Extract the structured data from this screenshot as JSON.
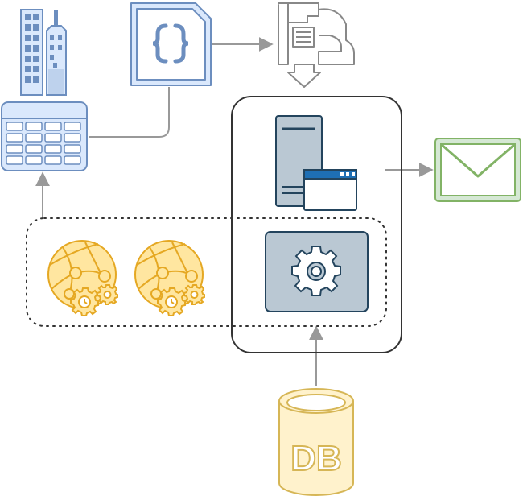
{
  "diagram": {
    "nodes": [
      {
        "id": "buildings",
        "icon": "office-buildings-icon"
      },
      {
        "id": "table",
        "icon": "data-table-icon"
      },
      {
        "id": "json-file",
        "icon": "json-file-icon"
      },
      {
        "id": "transformer",
        "icon": "data-transform-icon"
      },
      {
        "id": "server",
        "icon": "server-window-icon"
      },
      {
        "id": "settings-panel",
        "icon": "gear-icon"
      },
      {
        "id": "web-service-1",
        "icon": "web-service-gears-icon"
      },
      {
        "id": "web-service-2",
        "icon": "web-service-gears-icon"
      },
      {
        "id": "mail",
        "icon": "envelope-icon"
      },
      {
        "id": "database",
        "icon": "database-icon",
        "label": "DB"
      }
    ],
    "edges": [
      {
        "from": "table",
        "to": "json-file",
        "arrow": false
      },
      {
        "from": "json-file",
        "to": "transformer",
        "arrow": true
      },
      {
        "from": "transformer",
        "to": "server-group",
        "arrow": true
      },
      {
        "from": "server-group",
        "to": "mail",
        "arrow": true
      },
      {
        "from": "services-group",
        "to": "table",
        "arrow": true
      },
      {
        "from": "database",
        "to": "settings-panel",
        "arrow": true
      }
    ]
  },
  "colors": {
    "blue_fill": "#dae8fc",
    "blue_stroke": "#6c8ebf",
    "gold_fill": "#ffe6a0",
    "gold_stroke": "#e5a823",
    "db_fill": "#fff2cc",
    "db_stroke": "#d6b656",
    "green_fill": "#d5e8d4",
    "green_stroke": "#82b366",
    "server_fill": "#bac8d3",
    "server_stroke": "#23445d",
    "window_blue": "#1e6fb4",
    "connector": "#999999",
    "group_stroke": "#333333",
    "gray_icon": "#888888"
  }
}
